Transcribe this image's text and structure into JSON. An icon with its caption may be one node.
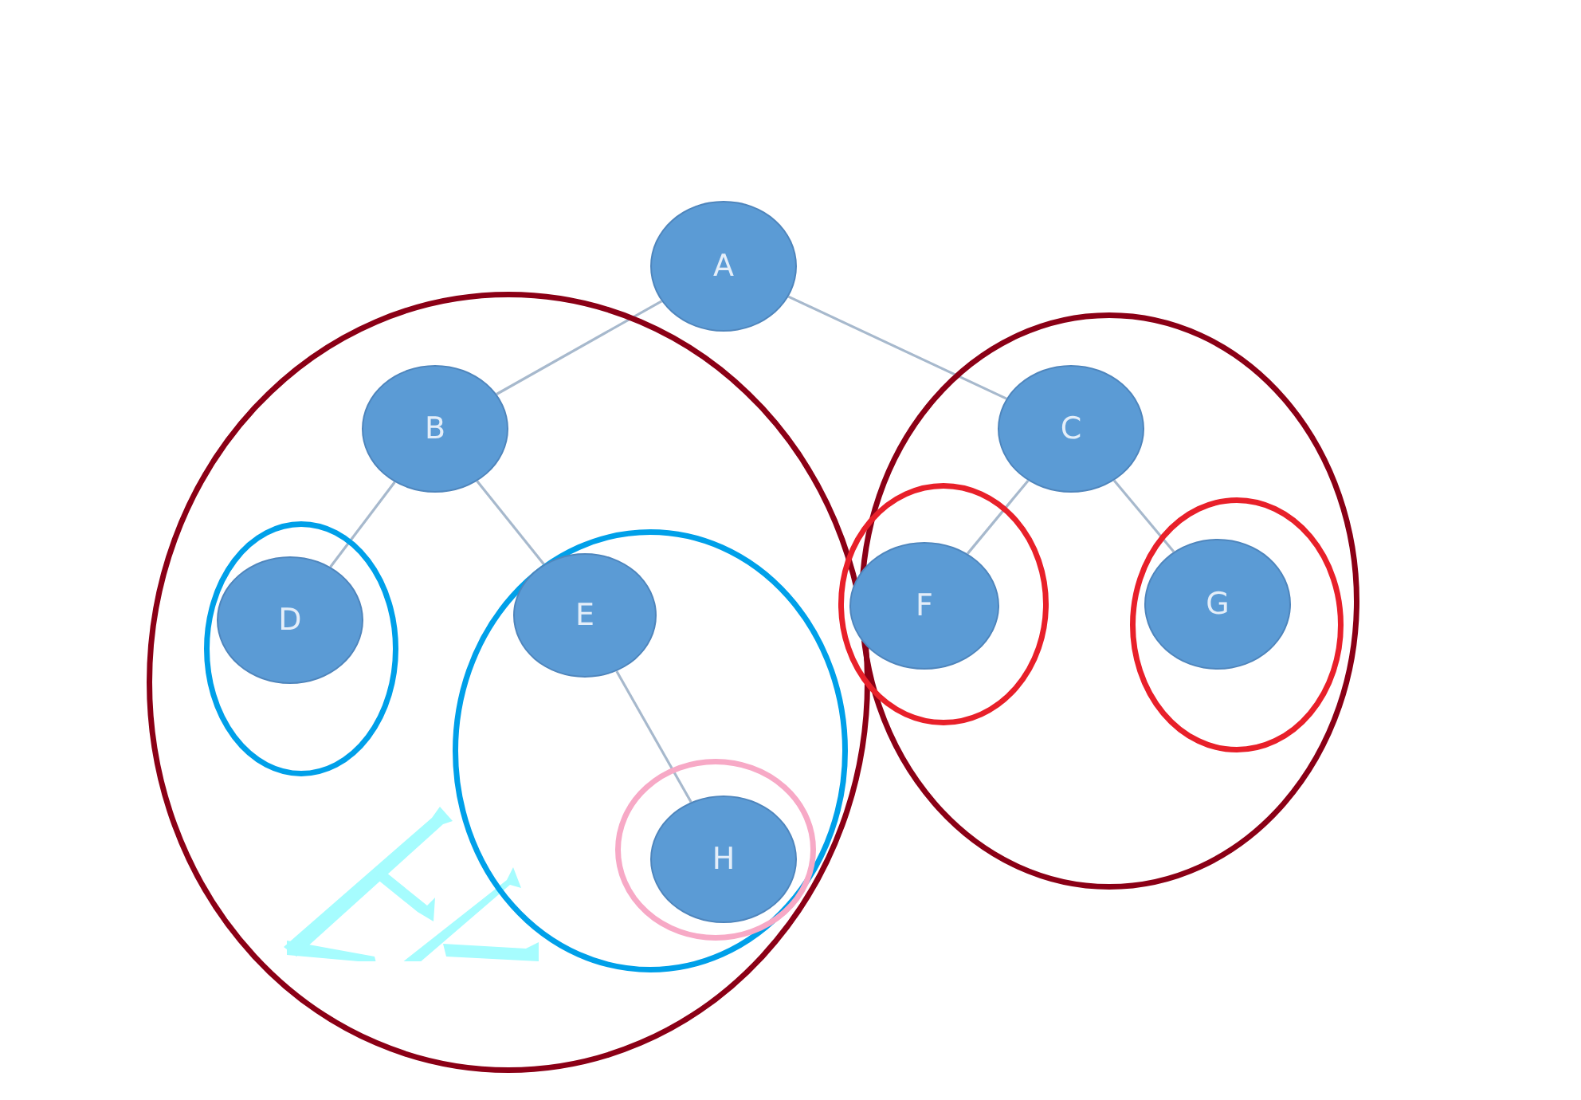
{
  "diagram": {
    "nodes": [
      {
        "text": [
          "A"
        ]
      },
      {
        "text": [],
        "shape": "ellipse"
      },
      {
        "text": [
          "B"
        ],
        "in": 1
      },
      {
        "text": [],
        "shape": "ellipse",
        "in": 1
      },
      {
        "text": [
          "D"
        ],
        "in": 3
      },
      {
        "text": [],
        "shape": "ellipse",
        "in": 1
      },
      {
        "text": [
          "E"
        ],
        "in": 5
      },
      {
        "text": [],
        "shape": "ellipse",
        "in": 5
      },
      {
        "text": [
          "H"
        ],
        "in": 7
      },
      {
        "text": [],
        "shape": "ellipse"
      },
      {
        "text": [
          "C"
        ],
        "in": 9
      },
      {
        "text": [],
        "shape": "ellipse"
      },
      {
        "text": [
          "F"
        ],
        "in": 11
      },
      {
        "text": [],
        "shape": "ellipse",
        "in": 9
      },
      {
        "text": [
          "G"
        ],
        "in": 13
      }
    ],
    "edges": [
      {
        "from": 0,
        "to": 2,
        "arrow": "none"
      },
      {
        "from": 0,
        "to": 10,
        "arrow": "none"
      },
      {
        "from": 2,
        "to": 4,
        "arrow": "none"
      },
      {
        "from": 2,
        "to": 6,
        "arrow": "none"
      },
      {
        "from": 6,
        "to": 8,
        "arrow": "none"
      },
      {
        "from": 10,
        "to": 12,
        "arrow": "none"
      },
      {
        "from": 10,
        "to": 14,
        "arrow": "none"
      }
    ]
  }
}
